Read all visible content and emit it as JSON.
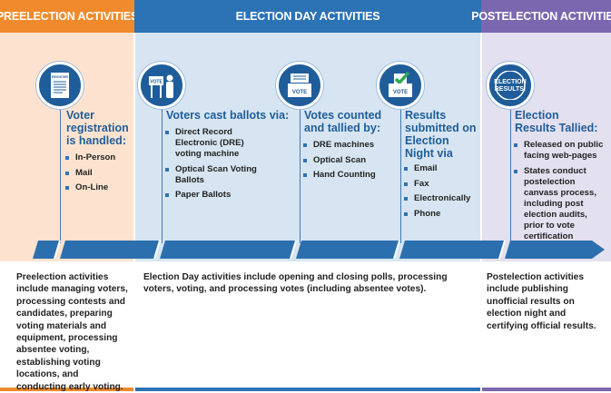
{
  "headers": {
    "pre": "PREELECTION ACTIVITIES",
    "day": "ELECTION DAY ACTIVITIES",
    "post": "POSTELECTION ACTIVITIES"
  },
  "steps": [
    {
      "icon": "voter-registration-form-icon",
      "icon_text": "REGISTER",
      "title_lines": [
        "Voter",
        "registration",
        "is handled:"
      ],
      "items": [
        "In-Person",
        "Mail",
        "On-Line"
      ]
    },
    {
      "icon": "voting-booth-person-icon",
      "icon_text": "VOTE",
      "title_lines": [
        "Voters cast ballots via:"
      ],
      "items": [
        "Direct Record Electronic (DRE) voting machine",
        "Optical Scan Voting Ballots",
        "Paper Ballots"
      ]
    },
    {
      "icon": "ballot-machine-icon",
      "icon_text": "VOTE",
      "title_lines": [
        "Votes counted",
        "and tallied by:"
      ],
      "items": [
        "DRE machines",
        "Optical Scan",
        "Hand Counting"
      ]
    },
    {
      "icon": "ballot-box-checkmark-icon",
      "icon_text": "VOTE",
      "title_lines": [
        "Results",
        "submitted on",
        "Election",
        "Night via"
      ],
      "items": [
        "Email",
        "Fax",
        "Electronically",
        "Phone"
      ]
    },
    {
      "icon": "election-results-icon",
      "icon_text": "ELECTION RESULTS!",
      "title_lines": [
        "Election",
        "Results Tallied:"
      ],
      "items": [
        "Released on public facing web-pages",
        "States conduct postelection canvass process, including post election audits, prior to vote certification"
      ]
    }
  ],
  "descriptions": {
    "pre": "Preelection activities include managing voters, processing contests and candidates, preparing voting materials and equipment, processing absentee voting, establishing voting locations, and conducting early voting.",
    "day": "Election Day activities include opening and closing polls, processing voters, voting, and processing votes (including absentee votes).",
    "post": "Postelection activities include publishing unofficial results on election night and certifying official results."
  },
  "colors": {
    "pre": "#f08a2c",
    "day": "#2c73b5",
    "post": "#7b67b0",
    "icon": "#1f5d9a"
  }
}
